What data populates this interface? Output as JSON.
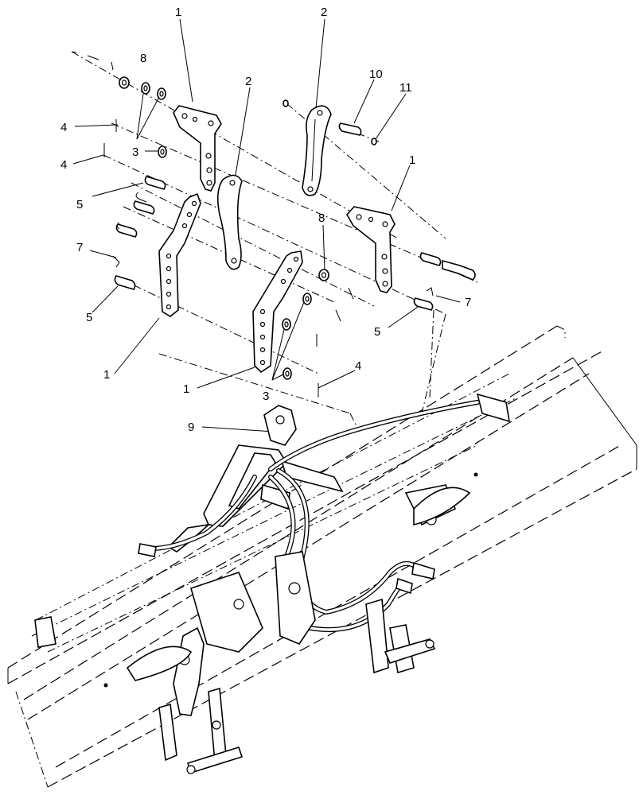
{
  "callouts": [
    {
      "id": "c1a",
      "text": "1"
    },
    {
      "id": "c2a",
      "text": "2"
    },
    {
      "id": "c8a",
      "text": "8"
    },
    {
      "id": "c2b",
      "text": "2"
    },
    {
      "id": "c10",
      "text": "10"
    },
    {
      "id": "c11",
      "text": "11"
    },
    {
      "id": "c4a",
      "text": "4"
    },
    {
      "id": "c3a",
      "text": "3"
    },
    {
      "id": "c4b",
      "text": "4"
    },
    {
      "id": "c1b",
      "text": "1"
    },
    {
      "id": "c5a",
      "text": "5"
    },
    {
      "id": "c8b",
      "text": "8"
    },
    {
      "id": "c7a",
      "text": "7"
    },
    {
      "id": "c7b",
      "text": "7"
    },
    {
      "id": "c5b",
      "text": "5"
    },
    {
      "id": "c5c",
      "text": "5"
    },
    {
      "id": "c1c",
      "text": "1"
    },
    {
      "id": "c1d",
      "text": "1"
    },
    {
      "id": "c4c",
      "text": "4"
    },
    {
      "id": "c3b",
      "text": "3"
    },
    {
      "id": "c9",
      "text": "9"
    }
  ]
}
